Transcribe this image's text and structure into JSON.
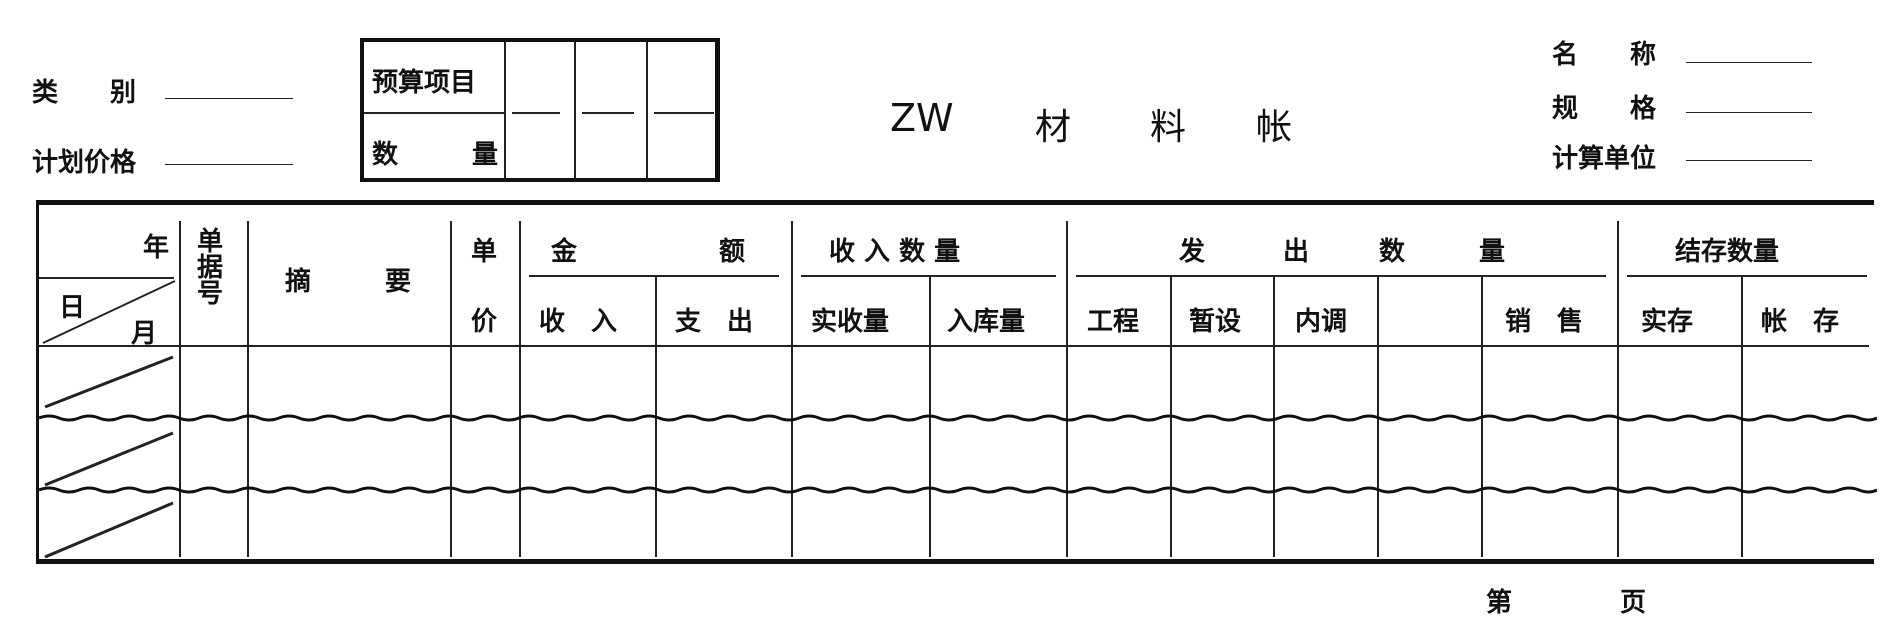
{
  "header": {
    "category_label": "类　　别",
    "plan_price_label": "计划价格",
    "title_prefix": "ZW",
    "title_chars": [
      "材",
      "料",
      "帐"
    ],
    "name_label": "名　　称",
    "spec_label": "规　　格",
    "unit_label": "计算单位"
  },
  "budget_box": {
    "item_label": "预算项目",
    "qty_label_1": "数",
    "qty_label_2": "量"
  },
  "table": {
    "year": "年",
    "day": "日",
    "month": "月",
    "doc_no": "单\n据\n号",
    "summary_1": "摘",
    "summary_2": "要",
    "unit_price_1": "单",
    "unit_price_2": "价",
    "amount_1": "金",
    "amount_2": "额",
    "amount_in": "收　入",
    "amount_out": "支　出",
    "receipt_qty": "收 入 数 量",
    "actual_received": "实收量",
    "warehoused": "入库量",
    "issue_1": "发",
    "issue_2": "出",
    "issue_3": "数",
    "issue_4": "量",
    "project": "工程",
    "temp_facility": "暂设",
    "internal_transfer": "内调",
    "sales": "销　售",
    "balance_qty": "结存数量",
    "actual_stock": "实存",
    "book_stock": "帐　存"
  },
  "footer": {
    "page_prefix": "第",
    "page_suffix": "页"
  }
}
